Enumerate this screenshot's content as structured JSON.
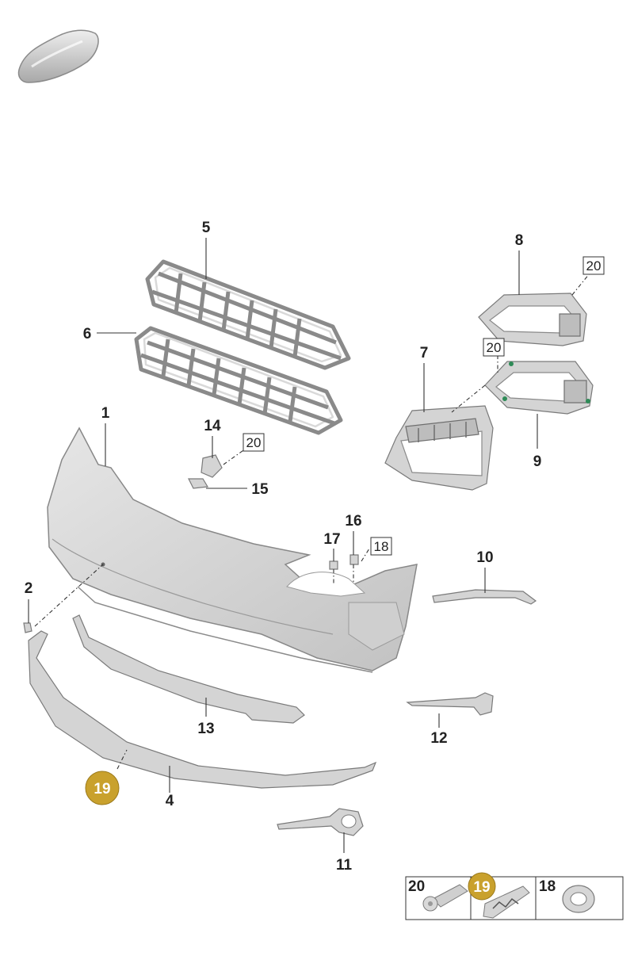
{
  "diagram": {
    "callouts": [
      {
        "id": "1",
        "label": "1"
      },
      {
        "id": "2",
        "label": "2"
      },
      {
        "id": "4",
        "label": "4"
      },
      {
        "id": "5",
        "label": "5"
      },
      {
        "id": "6",
        "label": "6"
      },
      {
        "id": "7",
        "label": "7"
      },
      {
        "id": "8",
        "label": "8"
      },
      {
        "id": "9",
        "label": "9"
      },
      {
        "id": "10",
        "label": "10"
      },
      {
        "id": "11",
        "label": "11"
      },
      {
        "id": "12",
        "label": "12"
      },
      {
        "id": "13",
        "label": "13"
      },
      {
        "id": "14",
        "label": "14"
      },
      {
        "id": "15",
        "label": "15"
      },
      {
        "id": "16",
        "label": "16"
      },
      {
        "id": "17",
        "label": "17"
      }
    ],
    "boxed_refs": [
      {
        "id": "20a",
        "label": "20"
      },
      {
        "id": "20b",
        "label": "20"
      },
      {
        "id": "20c",
        "label": "20"
      },
      {
        "id": "18",
        "label": "18"
      }
    ],
    "highlight": {
      "label": "19",
      "color": "#c9a12d"
    },
    "legend": {
      "cells": [
        {
          "label": "20",
          "icon": "bolt-icon"
        },
        {
          "label": "19",
          "icon": "clip-icon"
        },
        {
          "label": "18",
          "icon": "grommet-icon"
        }
      ]
    },
    "vehicle_icon": "car-silhouette-icon"
  }
}
